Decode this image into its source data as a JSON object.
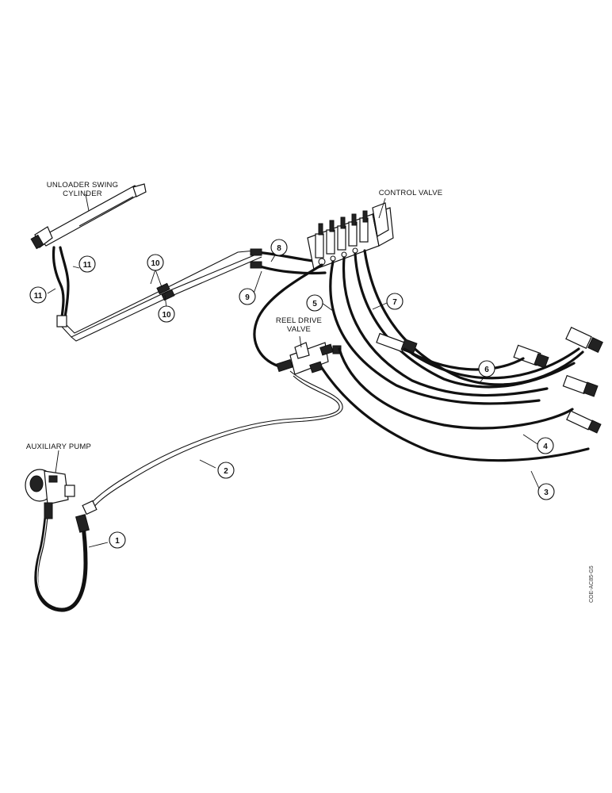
{
  "labels": {
    "unloader_swing_cylinder_line1": "UNLOADER SWING",
    "unloader_swing_cylinder_line2": "CYLINDER",
    "control_valve": "CONTROL VALVE",
    "reel_drive_valve_line1": "REEL DRIVE",
    "reel_drive_valve_line2": "VALVE",
    "auxiliary_pump": "AUXILIARY PUMP"
  },
  "callouts": {
    "c1": "1",
    "c2": "2",
    "c3": "3",
    "c4": "4",
    "c5": "5",
    "c6": "6",
    "c7": "7",
    "c8": "8",
    "c9": "9",
    "c10": "10",
    "c11": "11"
  },
  "drawing_code": "COE-AC85-G5"
}
